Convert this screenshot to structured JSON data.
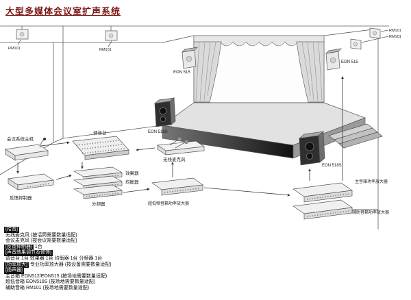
{
  "title": "大型多媒体会议室扩声系统",
  "speakers": {
    "rm101_wall_left": "RM101",
    "rm101_wall_mid": "RM101",
    "rm101_right_1": "RM101",
    "rm101_right_2": "RM101",
    "eon515_left": "EON 515",
    "eon515_right": "EON 515",
    "eon518s_left": "EON 518S",
    "eon518s_right": "EON 518S"
  },
  "equipment": {
    "conference_host": "会议系统主机",
    "feedback_suppressor": "反馈抑制器",
    "mixer": "调音台",
    "wireless_mic": "无线麦克风",
    "effects": "效果器",
    "equalizer": "均衡器",
    "crossover": "分频器",
    "sub_amp": "超低频音箱功率放大器",
    "main_amp": "主音箱功率放大器",
    "aux_amp": "辅助音箱功率放大器"
  },
  "notes": [
    {
      "tag": "[拾音]",
      "text": ""
    },
    {
      "tag": "",
      "text": "无线麦克风 (按话筒需要数量适配)"
    },
    {
      "tag": "",
      "text": "会议麦克风 (按会议需要数量适配)"
    },
    {
      "tag": "[反馈抑制器]",
      "text": "1台"
    },
    {
      "tag": "[声音效果调节及修饰]",
      "text": ""
    },
    {
      "tag": "",
      "text": "调音台 1台  效果器 1台  均衡器 1台  分频器 1台"
    },
    {
      "tag": "[功率放大]",
      "text": "专业功率放大器 (按设备需要数量适配)"
    },
    {
      "tag": "[扬声器]",
      "text": ""
    },
    {
      "tag": "",
      "text": "主音箱 EON512/EON515 (按场地需要数量适配)"
    },
    {
      "tag": "",
      "text": "超低音箱 EON518S (按场地需要数量适配)"
    },
    {
      "tag": "",
      "text": "辅助音箱 RM101 (按场地需要数量适配)"
    }
  ]
}
